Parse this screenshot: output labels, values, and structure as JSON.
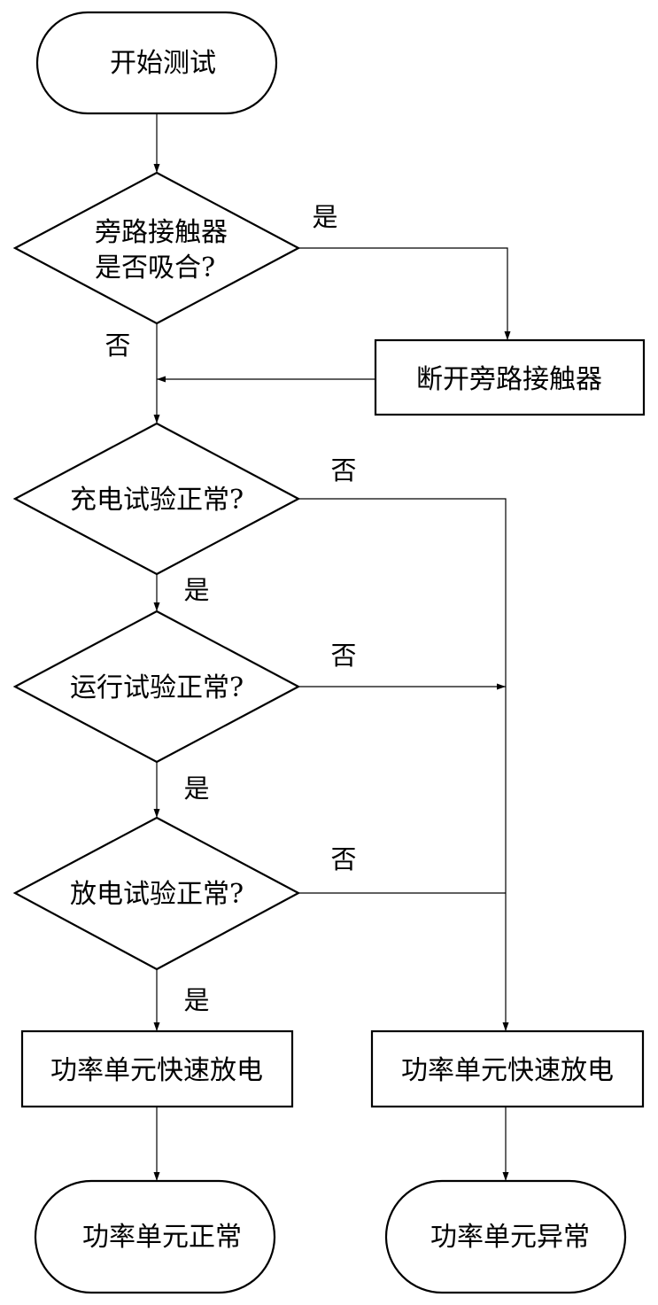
{
  "nodes": {
    "start": "开始测试",
    "check_bypass_line1": "旁路接触器",
    "check_bypass_line2": "是否吸合?",
    "open_bypass": "断开旁路接触器",
    "charge_test": "充电试验正常?",
    "run_test": "运行试验正常?",
    "discharge_test": "放电试验正常?",
    "fast_discharge_ok": "功率单元快速放电",
    "fast_discharge_fault": "功率单元快速放电",
    "end_normal": "功率单元正常",
    "end_abnormal": "功率单元异常"
  },
  "edge_labels": {
    "bypass_yes": "是",
    "bypass_no": "否",
    "charge_no": "否",
    "charge_yes": "是",
    "run_no": "否",
    "run_yes": "是",
    "discharge_no": "否",
    "discharge_yes": "是"
  }
}
